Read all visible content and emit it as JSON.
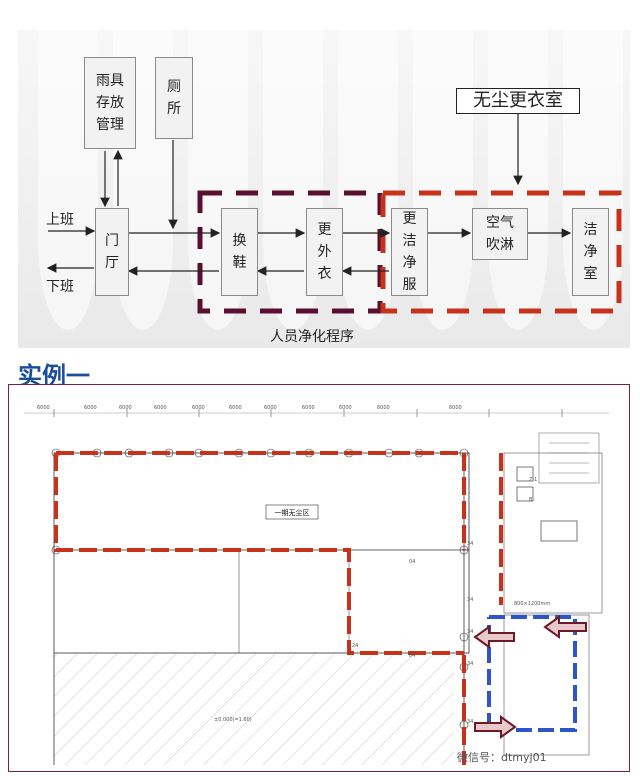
{
  "flow": {
    "rain_gear": "雨具\n存放\n管理",
    "toilet": "厕\n所",
    "door_hall": "门\n厅",
    "change_shoes": "换\n鞋",
    "change_outer": "更\n外\n衣",
    "change_clean": "更\n洁\n净\n服",
    "air_shower": "空气\n吹淋",
    "clean_room": "洁\n净\n室",
    "dustfree_title": "无尘更衣室",
    "go_to_work": "上班",
    "leave_work": "下班",
    "caption": "人员净化程序"
  },
  "section_title": "实例一",
  "plan": {
    "zone_label": "一期无尘区",
    "dim_labels": [
      "6000",
      "6000",
      "6000",
      "6000",
      "6000",
      "6000",
      "6000",
      "6000",
      "6000",
      "6000",
      "6000"
    ],
    "column_tags": [
      "34",
      "34",
      "24",
      "34",
      "34",
      "34",
      "04",
      "04"
    ],
    "notes": [
      "Z-1",
      "B",
      "±0.000(=1.60)",
      "800×1200mm"
    ],
    "watermark": "微信号：dtmyj01"
  },
  "colors": {
    "dark_dash": "#5a0f2e",
    "orange_dash": "#c8321a",
    "title_blue": "#1a4e9c",
    "plan_red": "#c8321a",
    "plan_blue": "#2b55c8"
  }
}
